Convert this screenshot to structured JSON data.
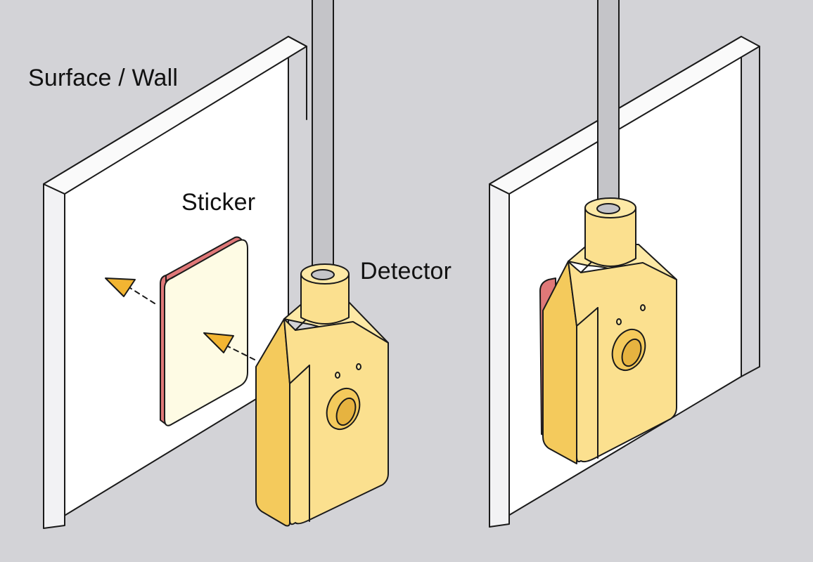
{
  "labels": {
    "wall": "Surface / Wall",
    "sticker": "Sticker",
    "detector": "Detector"
  },
  "colors": {
    "background": "#d3d3d7",
    "wall_face": "#ffffff",
    "wall_edge": "#f1f1f3",
    "cable": "#c4c4c8",
    "detector_front": "#fbe08f",
    "detector_side": "#f4ca5c",
    "detector_top": "#fde9a6",
    "sticker_face": "#fefbe4",
    "sticker_edge": "#e07878",
    "arrow": "#f2b532",
    "outline": "#1a1a1a"
  },
  "panels": [
    {
      "id": "before",
      "description_state": "sticker and detector separated"
    },
    {
      "id": "after",
      "description_state": "detector attached to wall over sticker"
    }
  ]
}
